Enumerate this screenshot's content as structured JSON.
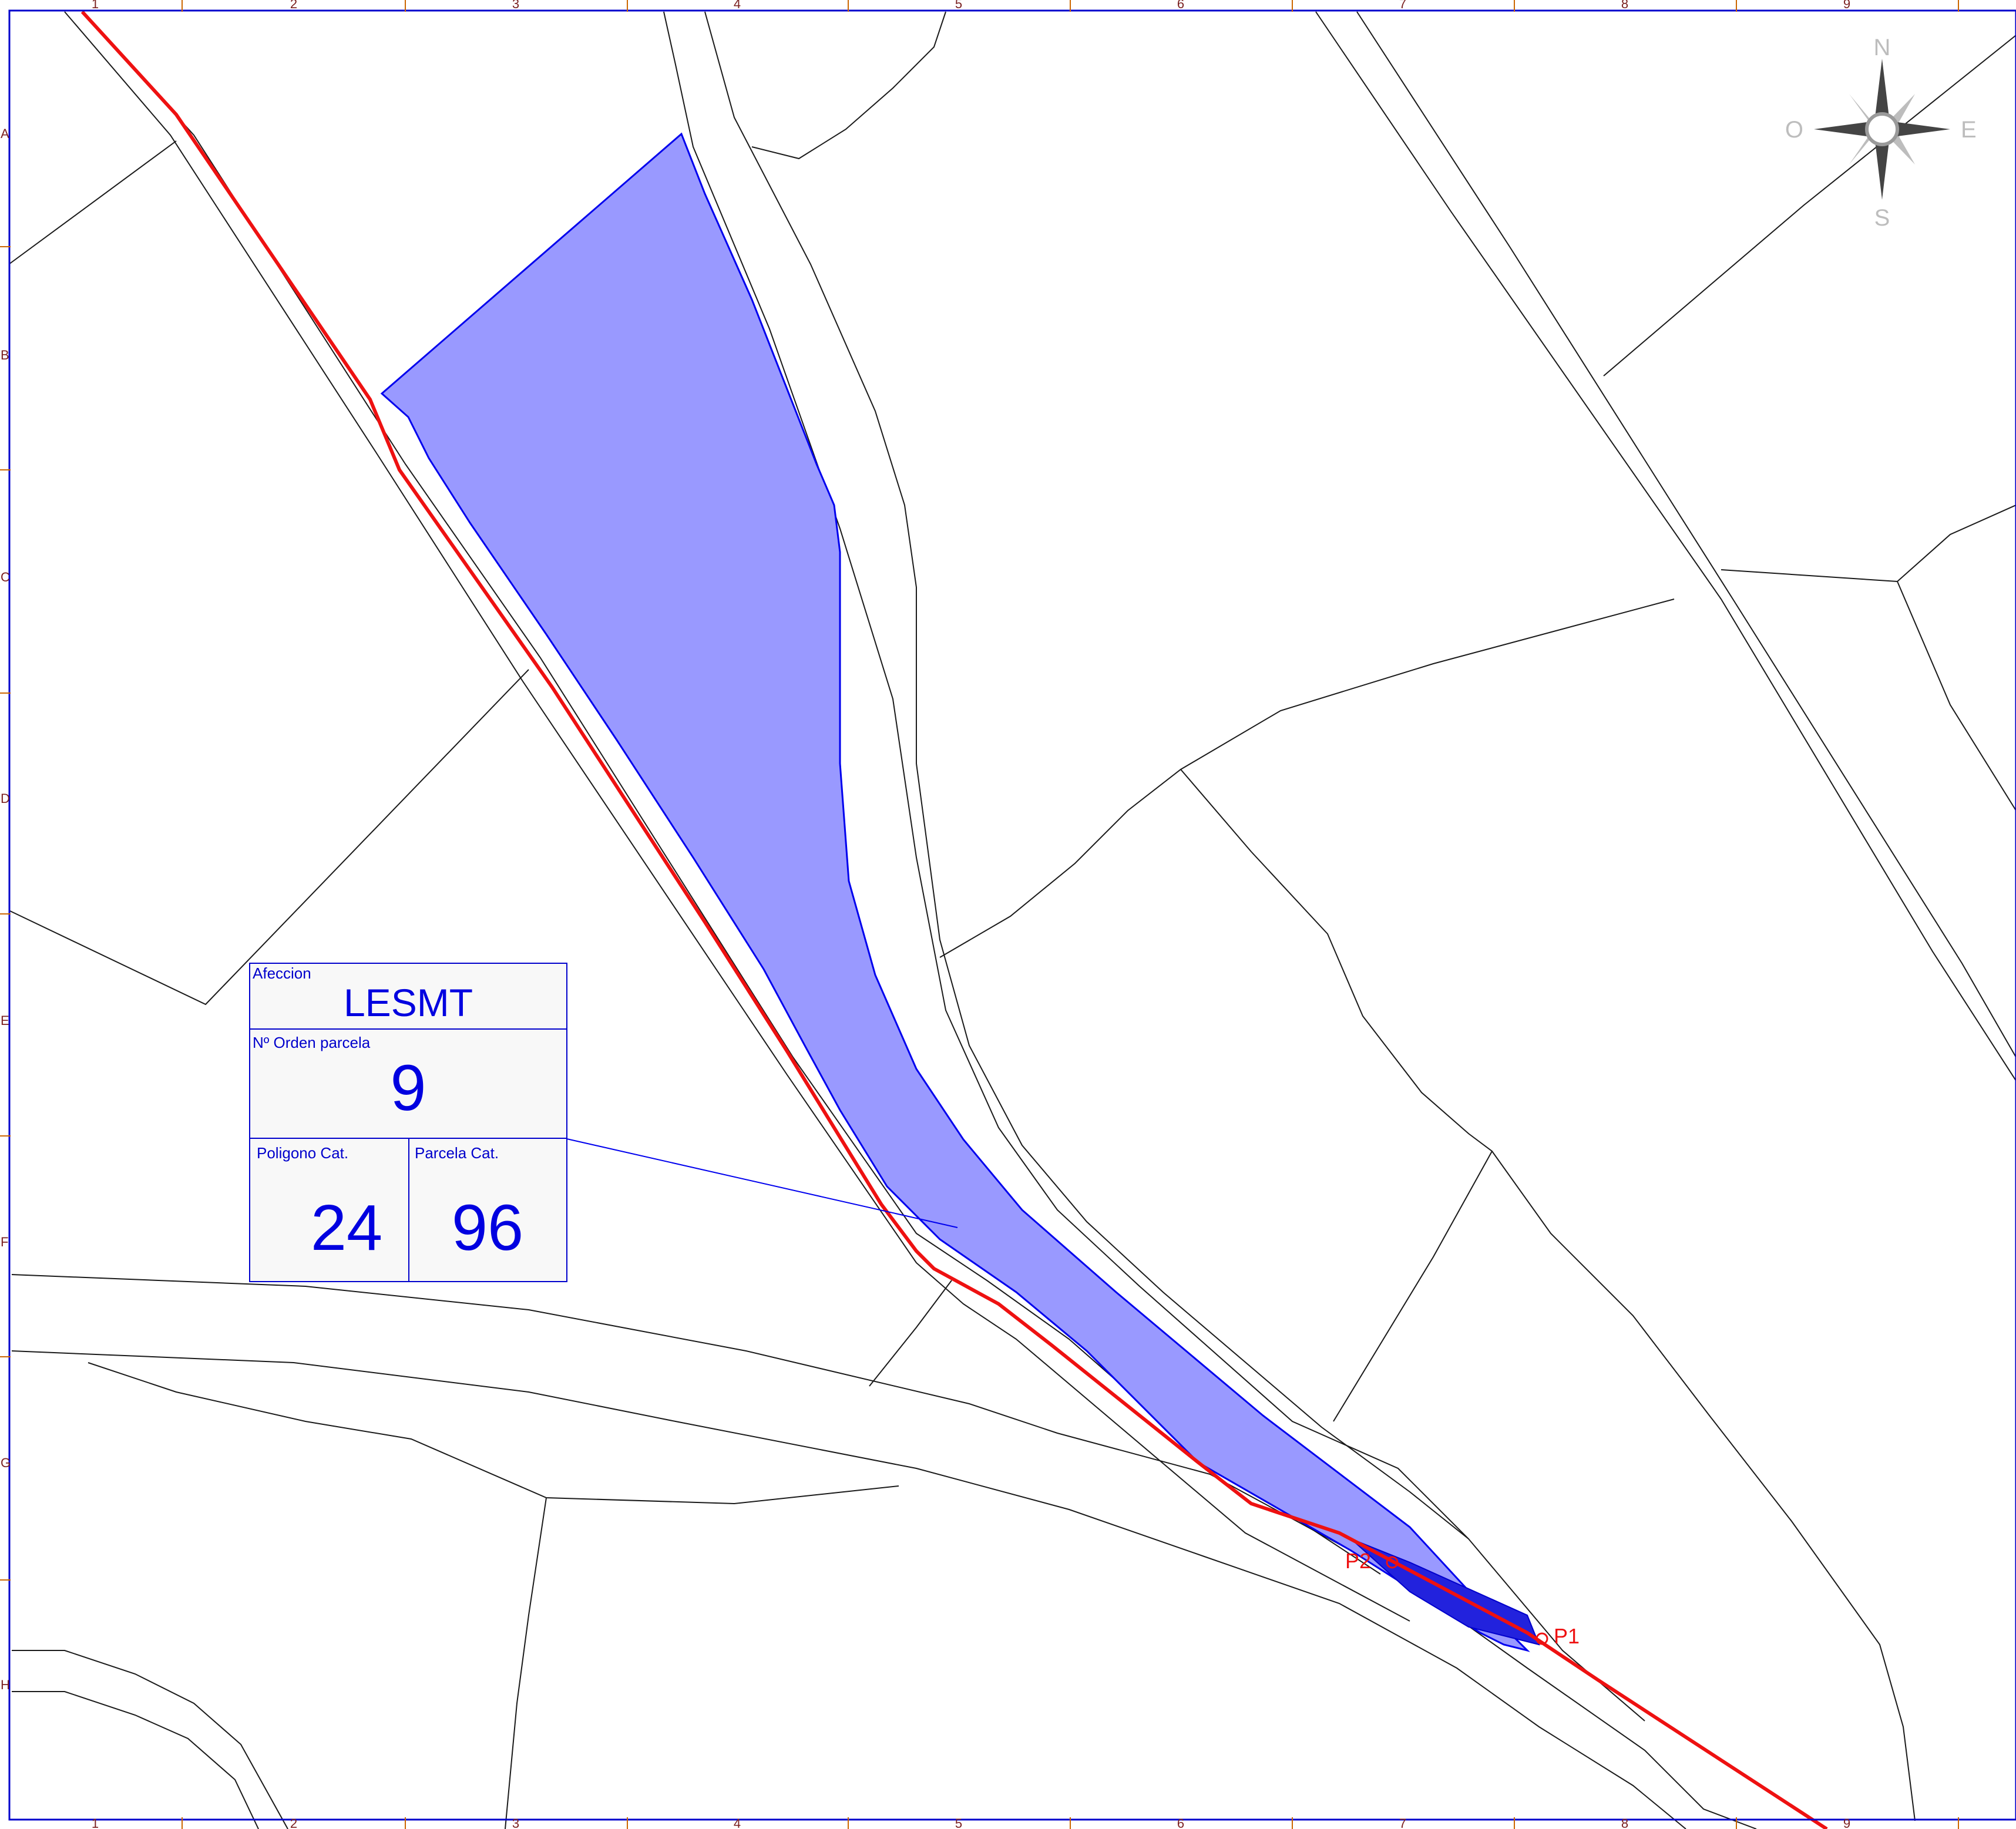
{
  "frame": {
    "column_labels": [
      "1",
      "2",
      "3",
      "4",
      "5",
      "6",
      "7",
      "8",
      "9"
    ],
    "row_labels": [
      "A",
      "B",
      "C",
      "D",
      "E",
      "F",
      "G",
      "H"
    ]
  },
  "compass": {
    "north": "N",
    "south": "S",
    "east": "E",
    "west": "O"
  },
  "info_box": {
    "afeccion_label": "Afeccion",
    "afeccion_value": "LESMT",
    "orden_label": "Nº Orden parcela",
    "orden_value": "9",
    "poligono_label": "Poligono Cat.",
    "poligono_value": "24",
    "parcela_label": "Parcela Cat.",
    "parcela_value": "96"
  },
  "points": {
    "p1": "P1",
    "p2": "P2"
  },
  "colors": {
    "affected_area": "#9999ff",
    "affected_outline": "#0000ee",
    "line_route": "#ee1111",
    "frame": "#0000cc",
    "parcel_lines": "#1a1a1a"
  }
}
